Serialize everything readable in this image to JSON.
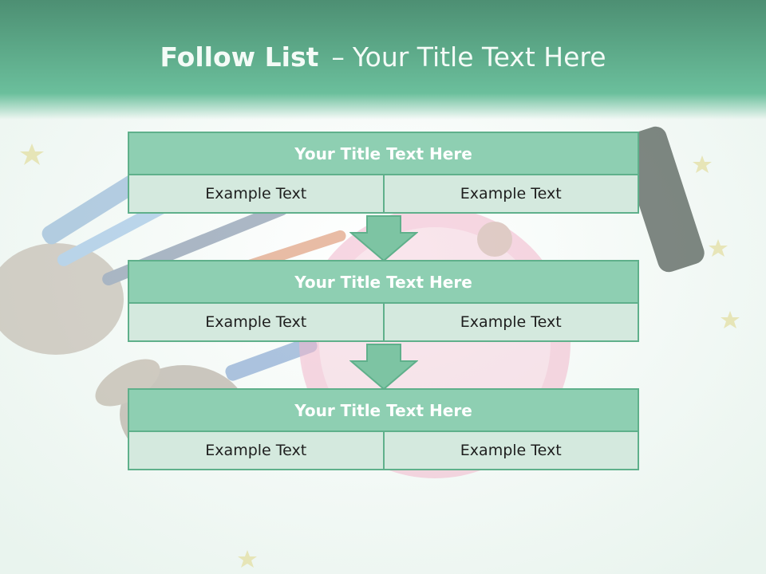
{
  "slide": {
    "title_bold": "Follow List",
    "title_separator": "–",
    "title_rest": "Your Title Text Here"
  },
  "blocks": [
    {
      "title": "Your Title Text Here",
      "cells": [
        "Example Text",
        "Example Text"
      ]
    },
    {
      "title": "Your Title Text Here",
      "cells": [
        "Example Text",
        "Example Text"
      ]
    },
    {
      "title": "Your Title Text Here",
      "cells": [
        "Example Text",
        "Example Text"
      ]
    }
  ],
  "colors": {
    "header": "#5aa585",
    "block_title_fill": "#8ecfb2",
    "cell_fill": "#d4e9de",
    "border": "#5fb08b",
    "arrow_fill": "#7dc4a3"
  },
  "background_image": "makeup-brushes-and-blush-compact"
}
